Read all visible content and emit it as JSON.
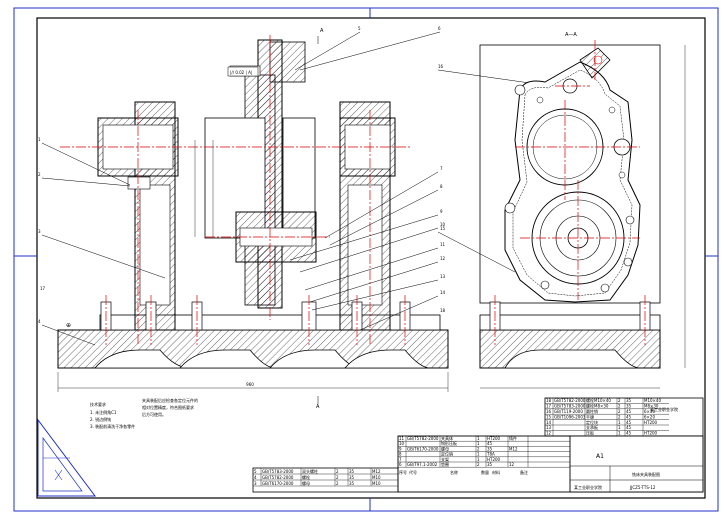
{
  "drawing": {
    "section_marker_top": "A",
    "section_marker_bottom": "A",
    "section_view_title": "A—A",
    "datum_marker": "⊕",
    "dim_overall_width": "960",
    "dim_tolerance": "|// 0.02 | A|",
    "notes": {
      "title": "技术要求",
      "lines": [
        "1. 未注倒角C1",
        "2. 锐边倒钝",
        "3. 装配前清洗干净各零件"
      ],
      "extra_lines": [
        "夹具装配后应检查各定位元件的",
        "相对位置精度，符合图纸要求",
        "后方可使用。"
      ]
    },
    "part_labels": [
      "1",
      "2",
      "3",
      "4",
      "5",
      "6",
      "7",
      "8",
      "9",
      "10",
      "11",
      "12",
      "13",
      "14",
      "15",
      "16",
      "17",
      "18"
    ]
  },
  "title_block": {
    "title": "A1",
    "name": "铣床夹具装配图",
    "drawing_no": "JJCZ5-TTS-12",
    "company": "某工业职业学院",
    "bom_rows": [
      [
        "18",
        "GB/T5782-2000",
        "螺栓M10×40",
        "2",
        "35",
        "M10×40"
      ],
      [
        "17",
        "GB/T5783-2000",
        "螺栓M8×30",
        "2",
        "35",
        "M8×30"
      ],
      [
        "16",
        "GB/T119-2000",
        "圆柱销",
        "2",
        "45",
        "6×30"
      ],
      [
        "15",
        "GB/T1096-2003",
        "平键",
        "2",
        "45",
        "6×20"
      ],
      [
        "14",
        "",
        "定位块",
        "1",
        "45",
        "HT200"
      ],
      [
        "13",
        "",
        "支承板",
        "1",
        "45",
        ""
      ],
      [
        "12",
        "",
        "压板",
        "1",
        "45",
        "HT200"
      ]
    ],
    "lower_rows": [
      [
        "11",
        "GB/T5782-2000",
        "夹具体",
        "1",
        "HT200",
        "铸件"
      ],
      [
        "10",
        "",
        "钩形压板",
        "1",
        "45",
        ""
      ],
      [
        "9",
        "GB/T6170-2000",
        "螺母",
        "2",
        "35",
        "M12"
      ],
      [
        "8",
        "",
        "定位销",
        "1",
        "T8A",
        ""
      ],
      [
        "7",
        "",
        "支架",
        "1",
        "HT200",
        ""
      ],
      [
        "6",
        "GB/T97.1-2002",
        "垫圈",
        "2",
        "35",
        "12"
      ]
    ],
    "left_rows": [
      [
        "5",
        "GB/T5783-2000",
        "双头螺柱",
        "2",
        "35",
        "M12"
      ],
      [
        "4",
        "GB/T5782-2000",
        "螺栓",
        "2",
        "35",
        "M10"
      ],
      [
        "3",
        "GB/T6170-2000",
        "螺母",
        "2",
        "35",
        "M10"
      ]
    ],
    "header": {
      "seq": "序号",
      "code": "代号",
      "name": "名称",
      "qty": "数量",
      "material": "材料",
      "note": "备注"
    }
  }
}
